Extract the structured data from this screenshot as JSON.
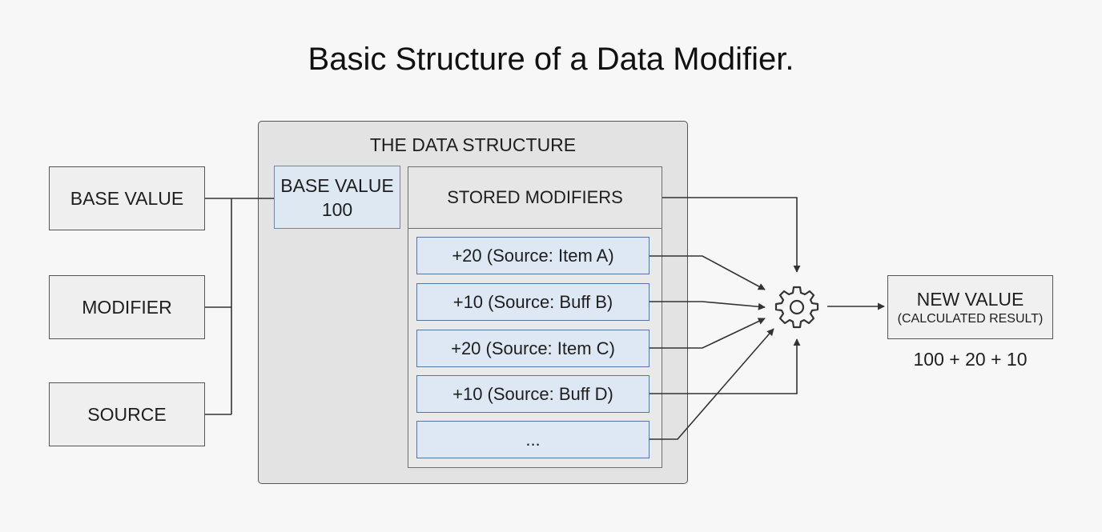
{
  "title": "Basic Structure of a Data Modifier.",
  "inputs": [
    {
      "label": "BASE VALUE"
    },
    {
      "label": "MODIFIER"
    },
    {
      "label": "SOURCE"
    }
  ],
  "structure": {
    "title": "THE DATA STRUCTURE",
    "base_value": {
      "label": "BASE VALUE",
      "value": "100"
    },
    "stored_modifiers": {
      "header": "STORED MODIFIERS",
      "rows": [
        "+20 (Source: Item A)",
        "+10 (Source: Buff B)",
        "+20 (Source: Item C)",
        "+10 (Source: Buff D)",
        "..."
      ]
    }
  },
  "processor": {
    "icon": "gear-icon"
  },
  "output": {
    "label": "NEW VALUE",
    "sublabel": "(CALCULATED RESULT)",
    "formula": "100 + 20 + 10"
  },
  "colors": {
    "background": "#f7f7f7",
    "container": "#e3e3e3",
    "modifier_fill": "#dee8f4",
    "modifier_border": "#57749a",
    "line": "#333333"
  }
}
